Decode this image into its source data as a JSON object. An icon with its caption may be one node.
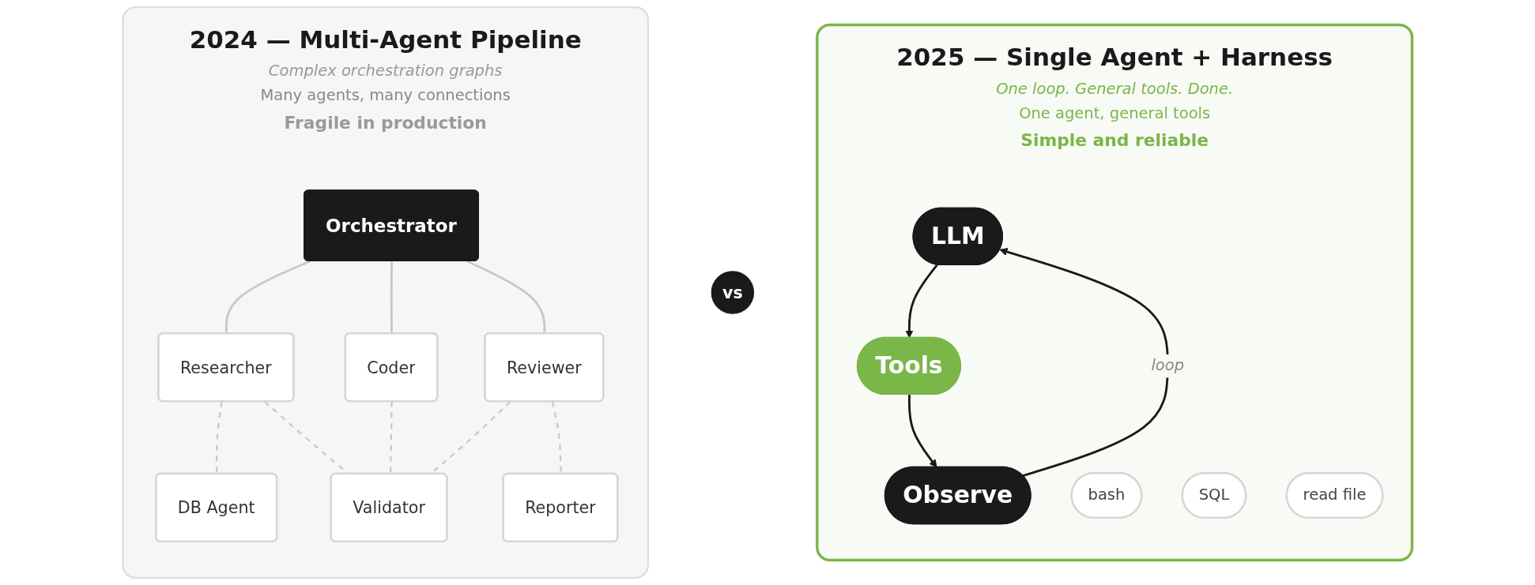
{
  "diagram": {
    "nodes": [
      {
        "text": [
          "2024 — Multi-Agent Pipeline",
          "Complex orchestration graphs",
          "Many agents, many connections",
          "Fragile in production"
        ]
      },
      {
        "text": [
          "Orchestrator"
        ],
        "in": 0
      },
      {
        "text": [
          "Researcher"
        ],
        "in": 0
      },
      {
        "text": [
          "Coder"
        ],
        "in": 0
      },
      {
        "text": [
          "Reviewer"
        ],
        "in": 0
      },
      {
        "text": [
          "DB Agent"
        ],
        "in": 0
      },
      {
        "text": [
          "Validator"
        ],
        "in": 0
      },
      {
        "text": [
          "Reporter"
        ],
        "in": 0
      },
      {
        "text": [
          "vs"
        ]
      },
      {
        "text": [
          "2025 — Single Agent + Harness",
          "One loop. General tools. Done.",
          "One agent, general tools",
          "Simple and reliable"
        ]
      },
      {
        "text": [
          "LLM"
        ],
        "in": 9
      },
      {
        "text": [
          "Tools"
        ],
        "in": 9
      },
      {
        "text": [
          "Observe"
        ],
        "in": 9
      },
      {
        "text": [
          "bash"
        ],
        "in": 9
      },
      {
        "text": [
          "SQL"
        ],
        "in": 9
      },
      {
        "text": [
          "read file"
        ],
        "in": 9
      }
    ],
    "edges": [
      {
        "from": 1,
        "to": 2,
        "arrow": "none"
      },
      {
        "from": 1,
        "to": 3,
        "arrow": "none"
      },
      {
        "from": 1,
        "to": 4,
        "arrow": "none"
      },
      {
        "from": 2,
        "to": 5,
        "arrow": "none",
        "style": "dashed"
      },
      {
        "from": 2,
        "to": 6,
        "arrow": "none",
        "style": "dashed"
      },
      {
        "from": 3,
        "to": 6,
        "arrow": "none",
        "style": "dashed"
      },
      {
        "from": 4,
        "to": 6,
        "arrow": "none",
        "style": "dashed"
      },
      {
        "from": 4,
        "to": 7,
        "arrow": "none",
        "style": "dashed"
      },
      {
        "from": 10,
        "to": 11,
        "arrow": "to",
        "color": "#1a1a1a"
      },
      {
        "from": 11,
        "to": 12,
        "arrow": "to",
        "color": "#1a1a1a"
      },
      {
        "from": 12,
        "to": 10,
        "arrow": "to",
        "label": "loop",
        "color": "#1a1a1a"
      }
    ]
  }
}
